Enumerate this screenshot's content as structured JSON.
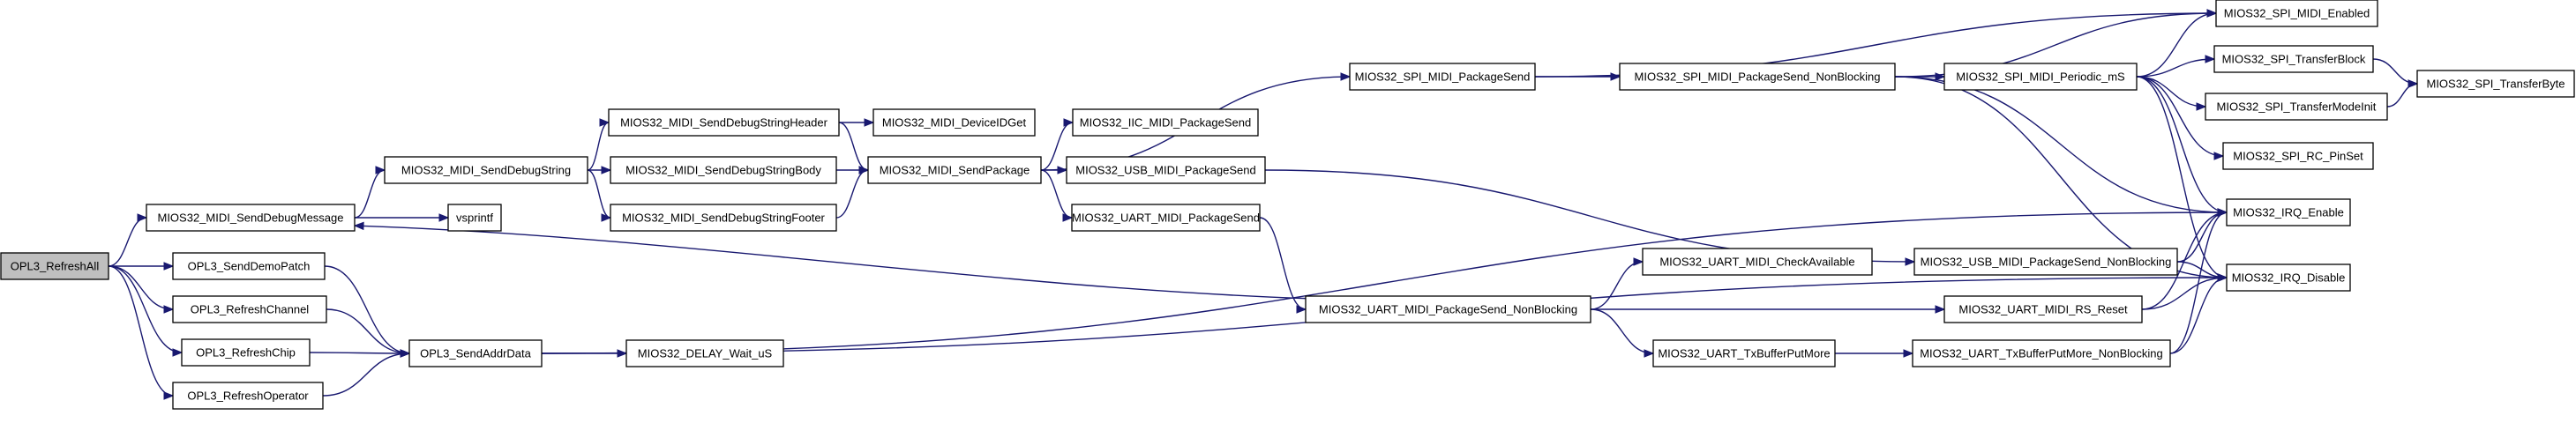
{
  "diagram": {
    "nodes": [
      {
        "id": "refreshall",
        "label": "OPL3_RefreshAll",
        "root": true
      },
      {
        "id": "senddebugmessage",
        "label": "MIOS32_MIDI_SendDebugMessage"
      },
      {
        "id": "senddemopatch",
        "label": "OPL3_SendDemoPatch"
      },
      {
        "id": "refreshchannel",
        "label": "OPL3_RefreshChannel"
      },
      {
        "id": "refreshchip",
        "label": "OPL3_RefreshChip"
      },
      {
        "id": "refreshoperator",
        "label": "OPL3_RefreshOperator"
      },
      {
        "id": "senddebugstring",
        "label": "MIOS32_MIDI_SendDebugString"
      },
      {
        "id": "vsprintf",
        "label": "vsprintf"
      },
      {
        "id": "sendaddrdata",
        "label": "OPL3_SendAddrData"
      },
      {
        "id": "sendheader",
        "label": "MIOS32_MIDI_SendDebugStringHeader"
      },
      {
        "id": "sendbody",
        "label": "MIOS32_MIDI_SendDebugStringBody"
      },
      {
        "id": "sendfooter",
        "label": "MIOS32_MIDI_SendDebugStringFooter"
      },
      {
        "id": "delay",
        "label": "MIOS32_DELAY_Wait_uS"
      },
      {
        "id": "deviceid",
        "label": "MIOS32_MIDI_DeviceIDGet"
      },
      {
        "id": "sendpackage",
        "label": "MIOS32_MIDI_SendPackage"
      },
      {
        "id": "spipackagesend",
        "label": "MIOS32_SPI_MIDI_PackageSend"
      },
      {
        "id": "iicpackagesend",
        "label": "MIOS32_IIC_MIDI_PackageSend"
      },
      {
        "id": "usbpackagesend",
        "label": "MIOS32_USB_MIDI_PackageSend"
      },
      {
        "id": "uartpackagesend",
        "label": "MIOS32_UART_MIDI_PackageSend"
      },
      {
        "id": "uartpackagesendnb",
        "label": "MIOS32_UART_MIDI_PackageSend_NonBlocking"
      },
      {
        "id": "spipackagesendnb",
        "label": "MIOS32_SPI_MIDI_PackageSend_NonBlocking"
      },
      {
        "id": "uartcheckavail",
        "label": "MIOS32_UART_MIDI_CheckAvailable"
      },
      {
        "id": "uarttxputmore",
        "label": "MIOS32_UART_TxBufferPutMore"
      },
      {
        "id": "spiperiodic",
        "label": "MIOS32_SPI_MIDI_Periodic_mS"
      },
      {
        "id": "usbpackagesendnb",
        "label": "MIOS32_USB_MIDI_PackageSend_NonBlocking"
      },
      {
        "id": "uartrsreset",
        "label": "MIOS32_UART_MIDI_RS_Reset"
      },
      {
        "id": "uarttxputmorenb",
        "label": "MIOS32_UART_TxBufferPutMore_NonBlocking"
      },
      {
        "id": "spienabled",
        "label": "MIOS32_SPI_MIDI_Enabled"
      },
      {
        "id": "spitransferblock",
        "label": "MIOS32_SPI_TransferBlock"
      },
      {
        "id": "spitransfermodeinit",
        "label": "MIOS32_SPI_TransferModeInit"
      },
      {
        "id": "spircpinset",
        "label": "MIOS32_SPI_RC_PinSet"
      },
      {
        "id": "irqenable",
        "label": "MIOS32_IRQ_Enable"
      },
      {
        "id": "irqdisable",
        "label": "MIOS32_IRQ_Disable"
      },
      {
        "id": "spitransferbyte",
        "label": "MIOS32_SPI_TransferByte"
      }
    ],
    "edges": [
      [
        "refreshall",
        "senddebugmessage"
      ],
      [
        "refreshall",
        "senddemopatch"
      ],
      [
        "refreshall",
        "refreshchannel"
      ],
      [
        "refreshall",
        "refreshchip"
      ],
      [
        "refreshall",
        "refreshoperator"
      ],
      [
        "senddebugmessage",
        "senddebugstring"
      ],
      [
        "senddebugmessage",
        "vsprintf"
      ],
      [
        "senddemopatch",
        "sendaddrdata"
      ],
      [
        "refreshchannel",
        "sendaddrdata"
      ],
      [
        "refreshchip",
        "sendaddrdata"
      ],
      [
        "refreshoperator",
        "sendaddrdata"
      ],
      [
        "senddebugstring",
        "sendheader"
      ],
      [
        "senddebugstring",
        "sendbody"
      ],
      [
        "senddebugstring",
        "sendfooter"
      ],
      [
        "sendheader",
        "deviceid"
      ],
      [
        "sendheader",
        "sendpackage"
      ],
      [
        "sendbody",
        "sendpackage"
      ],
      [
        "sendfooter",
        "sendpackage"
      ],
      [
        "sendaddrdata",
        "delay"
      ],
      [
        "sendaddrdata",
        "irqenable"
      ],
      [
        "sendaddrdata",
        "irqdisable"
      ],
      [
        "sendpackage",
        "spipackagesend"
      ],
      [
        "sendpackage",
        "iicpackagesend"
      ],
      [
        "sendpackage",
        "usbpackagesend"
      ],
      [
        "sendpackage",
        "uartpackagesend"
      ],
      [
        "spipackagesend",
        "spienabled"
      ],
      [
        "spipackagesend",
        "spipackagesendnb"
      ],
      [
        "usbpackagesend",
        "usbpackagesendnb"
      ],
      [
        "uartpackagesend",
        "uartpackagesendnb"
      ],
      [
        "uartpackagesendnb",
        "senddebugmessage"
      ],
      [
        "uartpackagesendnb",
        "uartcheckavail"
      ],
      [
        "uartpackagesendnb",
        "uartrsreset"
      ],
      [
        "uartpackagesendnb",
        "uarttxputmore"
      ],
      [
        "spipackagesendnb",
        "spienabled"
      ],
      [
        "spipackagesendnb",
        "spiperiodic"
      ],
      [
        "spipackagesendnb",
        "irqenable"
      ],
      [
        "spipackagesendnb",
        "irqdisable"
      ],
      [
        "spiperiodic",
        "spienabled"
      ],
      [
        "spiperiodic",
        "spitransferblock"
      ],
      [
        "spiperiodic",
        "spitransfermodeinit"
      ],
      [
        "spiperiodic",
        "spircpinset"
      ],
      [
        "spiperiodic",
        "irqenable"
      ],
      [
        "spiperiodic",
        "irqdisable"
      ],
      [
        "spitransferblock",
        "spitransferbyte"
      ],
      [
        "spitransfermodeinit",
        "spitransferbyte"
      ],
      [
        "usbpackagesendnb",
        "irqenable"
      ],
      [
        "usbpackagesendnb",
        "irqdisable"
      ],
      [
        "uartrsreset",
        "irqenable"
      ],
      [
        "uartrsreset",
        "irqdisable"
      ],
      [
        "uarttxputmore",
        "uarttxputmorenb"
      ],
      [
        "uarttxputmorenb",
        "irqenable"
      ],
      [
        "uarttxputmorenb",
        "irqdisable"
      ]
    ]
  }
}
